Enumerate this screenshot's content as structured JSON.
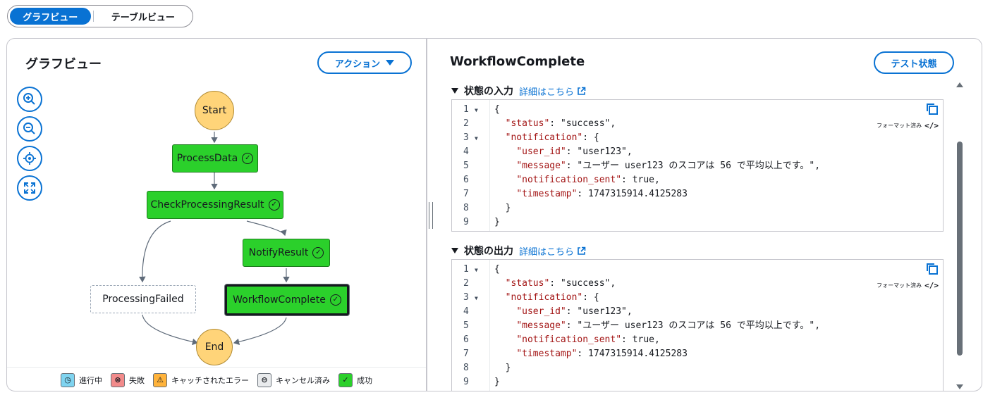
{
  "view_switch": {
    "graph": "グラフビュー",
    "table": "テーブルビュー"
  },
  "left_panel": {
    "title": "グラフビュー",
    "action_label": "アクション",
    "zoom_tools": [
      "zoom-in-icon",
      "zoom-out-icon",
      "center-icon",
      "fit-icon"
    ]
  },
  "graph": {
    "start": "Start",
    "end": "End",
    "nodes": {
      "process_data": "ProcessData",
      "check_result": "CheckProcessingResult",
      "notify_result": "NotifyResult",
      "processing_failed": "ProcessingFailed",
      "workflow_complete": "WorkflowComplete"
    },
    "colors": {
      "success": "#2bd02b",
      "terminal": "#ffd479",
      "accent": "#0972d3"
    }
  },
  "legend": {
    "in_progress": "進行中",
    "failed": "失敗",
    "caught_error": "キャッチされたエラー",
    "cancelled": "キャンセル済み",
    "succeeded": "成功"
  },
  "right_panel": {
    "title": "WorkflowComplete",
    "test_label": "テスト状態",
    "input": {
      "label": "状態の入力",
      "more_link": "詳細はこちら",
      "formatted": "フォーマット済み",
      "lines": [
        "{",
        "  \"status\": \"success\",",
        "  \"notification\": {",
        "    \"user_id\": \"user123\",",
        "    \"message\": \"ユーザー user123 のスコアは 56 で平均以上です。\",",
        "    \"notification_sent\": true,",
        "    \"timestamp\": 1747315914.4125283",
        "  }",
        "}"
      ]
    },
    "output": {
      "label": "状態の出力",
      "more_link": "詳細はこちら",
      "formatted": "フォーマット済み",
      "lines": [
        "{",
        "  \"status\": \"success\",",
        "  \"notification\": {",
        "    \"user_id\": \"user123\",",
        "    \"message\": \"ユーザー user123 のスコアは 56 で平均以上です。\",",
        "    \"notification_sent\": true,",
        "    \"timestamp\": 1747315914.4125283",
        "  }",
        "}"
      ]
    }
  }
}
